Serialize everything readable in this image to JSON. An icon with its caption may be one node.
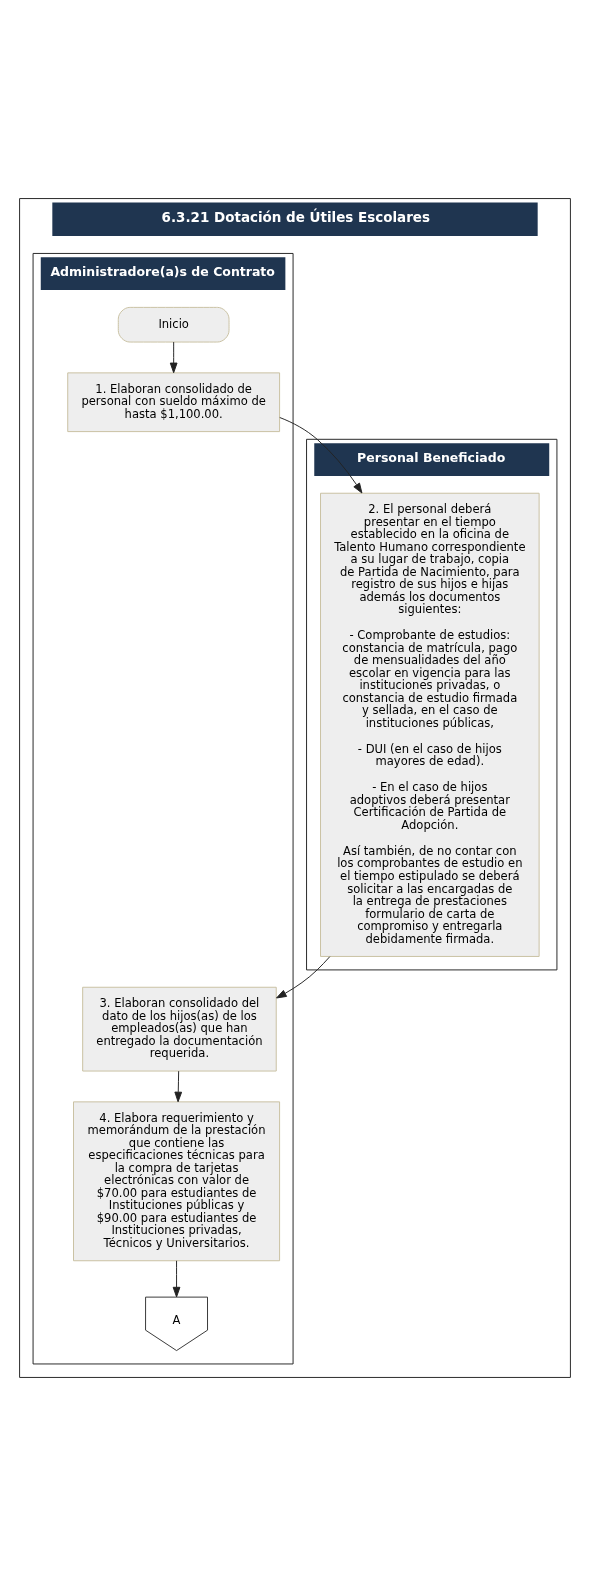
{
  "diagram": {
    "nodes": [
      {
        "text": [
          "6.3.21 Dotación de Útiles Escolares"
        ]
      },
      {
        "text": [
          "Administradore(a)s de Contrato"
        ],
        "in": 0
      },
      {
        "text": [
          "Personal Beneficiado"
        ],
        "in": 0
      },
      {
        "text": [
          "Inicio"
        ],
        "in": 1
      },
      {
        "text": [
          "1. Elaboran consolidado de personal con sueldo máximo de hasta $1,100.00."
        ],
        "in": 1
      },
      {
        "text": [
          "2. El personal deberá presentar en el tiempo establecido en la oficina de Talento Humano correspondiente a su lugar de trabajo, copia de Partida de Nacimiento, para registro de sus hijos e hijas además los documentos siguientes:",
          "- Comprobante de estudios: constancia de matrícula, pago de mensualidades del año escolar en vigencia para las instituciones privadas, o constancia de estudio firmada y sellada, en el caso de instituciones públicas,",
          "- DUI (en el caso de hijos mayores de edad).",
          "- En el caso de hijos adoptivos deberá presentar Certificación de Partida de Adopción.",
          "Así también, de no contar con los comprobantes de estudio en el tiempo estipulado se deberá solicitar a las encargadas de la entrega de prestaciones formulario de carta de compromiso y entregarla debidamente firmada."
        ],
        "in": 2
      },
      {
        "text": [
          "3. Elaboran consolidado del dato de los hijos(as) de los empleados(as) que han entregado la documentación requerida."
        ],
        "in": 1
      },
      {
        "text": [
          "4. Elabora requerimiento y memorándum de la prestación que contiene las especificaciones técnicas para la compra de tarjetas electrónicas con valor de $70.00 para estudiantes de Instituciones públicas y $90.00 para estudiantes de Instituciones privadas, Técnicos y Universitarios."
        ],
        "in": 1
      },
      {
        "text": [
          "A"
        ],
        "in": 1
      }
    ],
    "edges": [
      {
        "from": 3,
        "to": 4,
        "arrow": "to"
      },
      {
        "from": 4,
        "to": 5,
        "arrow": "to"
      },
      {
        "from": 5,
        "to": 6,
        "arrow": "to"
      },
      {
        "from": 6,
        "to": 7,
        "arrow": "to"
      },
      {
        "from": 7,
        "to": 8,
        "arrow": "to"
      }
    ]
  }
}
